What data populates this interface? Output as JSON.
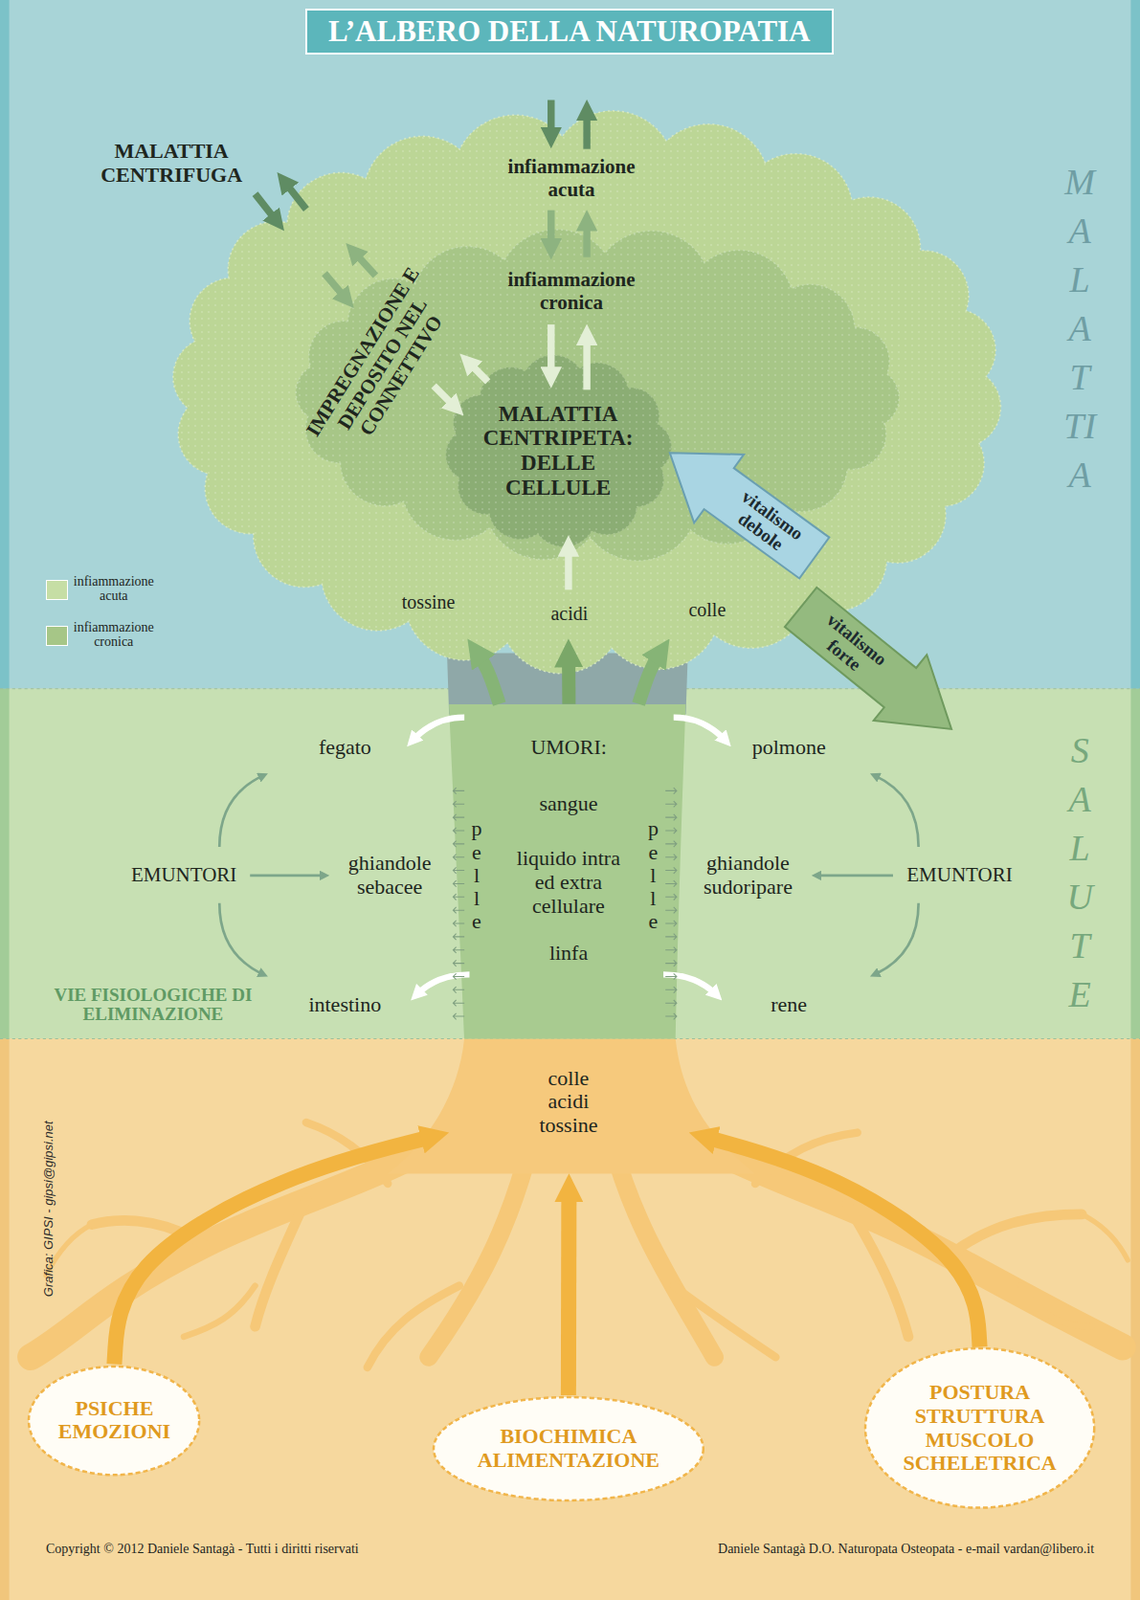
{
  "diagram": {
    "title": "L’ALBERO DELLA NATUROPATIA",
    "nodes": [
      {
        "text": [
          "infiammazione acuta"
        ]
      },
      {
        "text": [
          "infiammazione cronica",
          "IMPREGNAZIONE E DEPOSITO NEL CONNETTIVO"
        ],
        "in": 0
      },
      {
        "text": [
          "MALATTIA CENTRIPETA: DELLE CELLULE"
        ],
        "in": 1
      },
      {
        "text": [
          "vitalismo debole"
        ],
        "in": 0
      },
      {
        "text": [
          "vitalismo forte"
        ]
      },
      {
        "text": [
          "UMORI:",
          "sangue",
          "liquido intra ed extra cellulare",
          "linfa",
          "colle acidi tossine"
        ]
      },
      {
        "text": [
          "PSICHE EMOZIONI"
        ]
      },
      {
        "text": [
          "BIOCHIMICA ALIMENTAZIONE"
        ]
      },
      {
        "text": [
          "POSTURA STRUTTURA MUSCOLO SCHELETRICA"
        ]
      }
    ],
    "edges": [
      {
        "from": 5,
        "to": 0,
        "label": "tossine",
        "arrow": "to"
      },
      {
        "from": 5,
        "to": 0,
        "label": "acidi",
        "arrow": "to"
      },
      {
        "from": 5,
        "to": 0,
        "label": "colle",
        "arrow": "to"
      },
      {
        "from": 6,
        "to": 5,
        "arrow": "to"
      },
      {
        "from": 7,
        "to": 5,
        "arrow": "to"
      },
      {
        "from": 8,
        "to": 5,
        "arrow": "to"
      }
    ],
    "labels": [
      "MALATTIA CENTRIFUGA",
      "MALATTIA",
      "fegato",
      "polmone",
      "pelle",
      "pelle",
      "EMUNTORI",
      "ghiandole sebacee",
      "ghiandole sudoripare",
      "EMUNTORI",
      "intestino",
      "rene",
      "VIE FISIOLOGICHE DI ELIMINAZIONE",
      "SALUTE",
      "Grafica: GIPSI - gipsi@gipsi.net",
      "Copyright © 2012 Daniele Santagà - Tutti i diritti riservati",
      "Daniele Santagà D.O. Naturopata Osteopata - e-mail vardan@libero.it"
    ],
    "legend": [
      {
        "text": "infiammazione acuta",
        "color": "#c6dea5"
      },
      {
        "text": "infiammazione cronica",
        "color": "#a6c687"
      }
    ]
  }
}
